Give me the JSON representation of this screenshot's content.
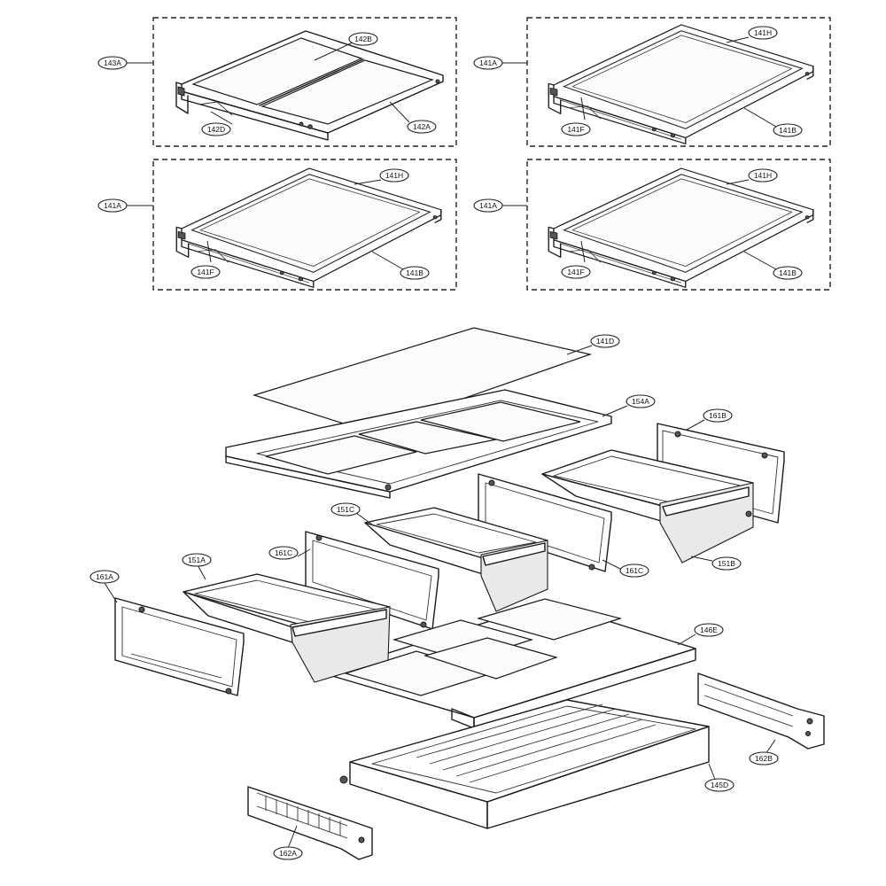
{
  "callouts": {
    "c143A": "143A",
    "c142B": "142B",
    "c142D": "142D",
    "c142A": "142A",
    "c141A_tr": "141A",
    "c141H_tr": "141H",
    "c141F_tr": "141F",
    "c141B_tr": "141B",
    "c141A_ml": "141A",
    "c141H_ml": "141H",
    "c141F_ml": "141F",
    "c141B_ml": "141B",
    "c141A_mr": "141A",
    "c141H_mr": "141H",
    "c141F_mr": "141F",
    "c141B_mr": "141B",
    "c141D": "141D",
    "c154A": "154A",
    "c161B": "161B",
    "c151C": "151C",
    "c161C_l": "161C",
    "c161C_r": "161C",
    "c151B": "151B",
    "c151A": "151A",
    "c161A": "161A",
    "c146E": "146E",
    "c162B": "162B",
    "c145D": "145D",
    "c162A": "162A"
  }
}
